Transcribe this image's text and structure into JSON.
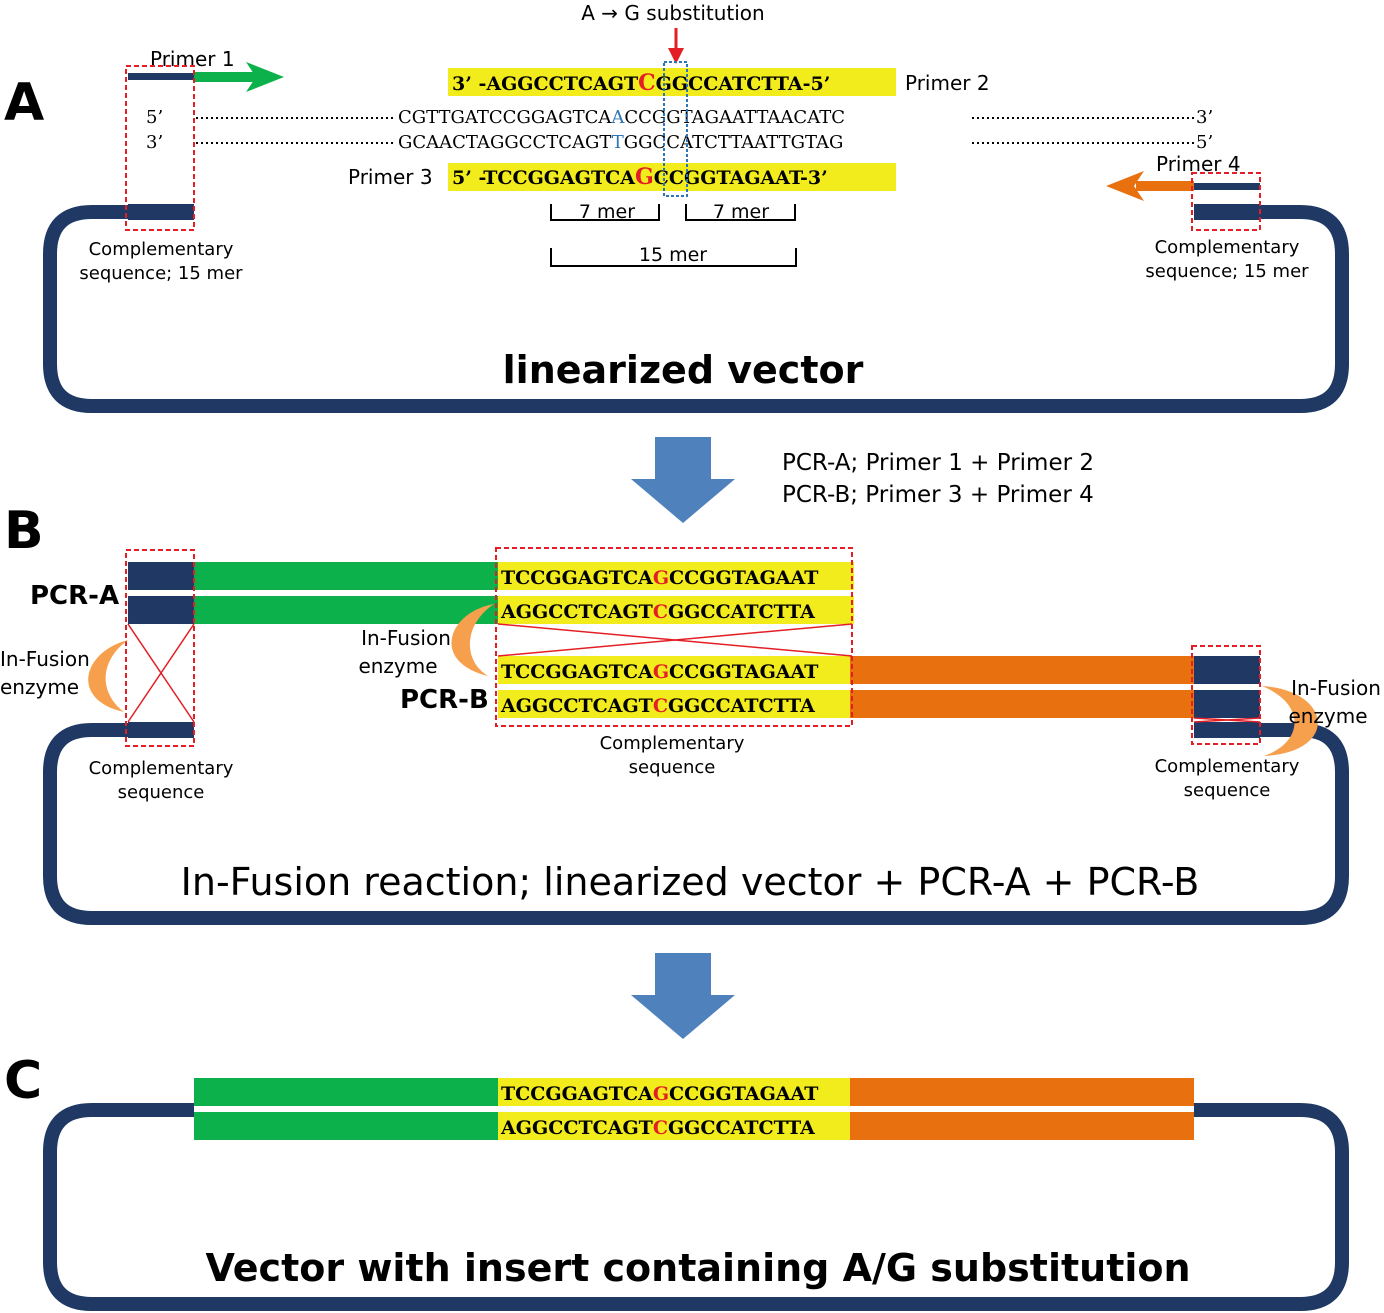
{
  "colors": {
    "vector": "#1f3864",
    "green": "#0db14b",
    "orange": "#e8700f",
    "highlight": "#f2ec1c",
    "mutation": "#e31e24",
    "template_base": "#2e75b6",
    "big_arrow": "#4f81bd",
    "enzyme": "#f6a04d",
    "dash_box": "#e31e24"
  },
  "panel_a": {
    "letter": "A",
    "substitution_label": "A → G substitution",
    "primer1_label": "Primer 1",
    "primer2_label": "Primer 2",
    "primer3_label": "Primer 3",
    "primer4_label": "Primer 4",
    "primer2": {
      "prefix": "3’ -AGGCCTCAGT",
      "mut": "C",
      "suffix": "GGCCATCTTA-5’"
    },
    "primer3": {
      "prefix": "5’ -TCCGGAGTCA",
      "mut": "G",
      "suffix": "CCGGTAGAAT-3’"
    },
    "top_strand": {
      "end5": "5’",
      "prefix": "CGTTGATCCGGAGTCA",
      "base": "A",
      "suffix": "CCGGTAGAATTAACATC",
      "end3": "3’"
    },
    "bottom_strand": {
      "end3": "3’",
      "prefix": "GCAACTAGGCCTCAGT",
      "base": "T",
      "suffix": "GGCCATCTTAATTGTAG",
      "end5": "5’"
    },
    "left_mer": "7 mer",
    "right_mer": "7 mer",
    "total_mer": "15 mer",
    "comp_left": [
      "Complementary",
      "sequence; 15 mer"
    ],
    "comp_right": [
      "Complementary",
      "sequence; 15 mer"
    ],
    "vector_label": "linearized vector"
  },
  "arrow1_text": [
    "PCR-A; Primer 1 + Primer 2",
    "PCR-B; Primer 3 + Primer 4"
  ],
  "panel_b": {
    "letter": "B",
    "pcr_a": "PCR-A",
    "pcr_b": "PCR-B",
    "seq_top": {
      "prefix": "TCCGGAGTCA",
      "mut": "G",
      "suffix": "CCGGTAGAAT"
    },
    "seq_bottom": {
      "prefix": "AGGCCTCAGT",
      "mut": "C",
      "suffix": "GGCCATCTTA"
    },
    "enzyme_left": [
      "In-Fusion",
      "enzyme"
    ],
    "enzyme_mid": [
      "In-Fusion",
      "enzyme"
    ],
    "enzyme_right": [
      "In-Fusion",
      "enzyme"
    ],
    "comp_left": [
      "Complementary",
      "sequence"
    ],
    "comp_mid": [
      "Complementary",
      "sequence"
    ],
    "comp_right": [
      "Complementary",
      "sequence"
    ],
    "reaction_label": "In-Fusion reaction; linearized vector + PCR-A + PCR-B"
  },
  "panel_c": {
    "letter": "C",
    "seq_top": {
      "prefix": "TCCGGAGTCA",
      "mut": "G",
      "suffix": "CCGGTAGAAT"
    },
    "seq_bottom": {
      "prefix": "AGGCCTCAGT",
      "mut": "C",
      "suffix": "GGCCATCTTA"
    },
    "result_label": "Vector with insert containing A/G substitution"
  }
}
